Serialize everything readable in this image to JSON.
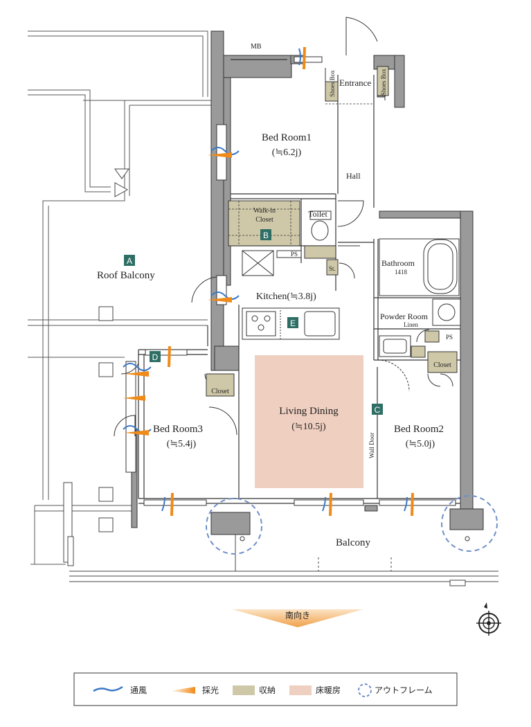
{
  "rooms": {
    "mb": "MB",
    "entrance": "Entrance",
    "shoes_box": "Shoes Box",
    "bed1_name": "Bed Room1",
    "bed1_area": "(≒6.2j)",
    "hall": "Hall",
    "walkin_line1": "Walk-in",
    "walkin_line2": "Closet",
    "toilet": "Toilet",
    "ps": "PS",
    "st": "St.",
    "bathroom": "Bathroom",
    "bathroom_size": "1418",
    "kitchen": "Kitchen(≒3.8j)",
    "powder_room": "Powder Room",
    "linen": "Linen",
    "roof_balcony": "Roof Balcony",
    "closet": "Closet",
    "living_name": "Living Dining",
    "living_area": "(≒10.5j)",
    "bed3_name": "Bed Room3",
    "bed3_area": "(≒5.4j)",
    "bed2_name": "Bed Room2",
    "bed2_area": "(≒5.0j)",
    "wall_door": "Wall Door",
    "balcony": "Balcony"
  },
  "markers": {
    "a": "A",
    "b": "B",
    "c": "C",
    "d": "D",
    "e": "E"
  },
  "orientation": "南向き",
  "legend": {
    "ventilation": "通風",
    "daylight": "採光",
    "storage": "収納",
    "floor_heating": "床暖房",
    "out_frame": "アウトフレーム"
  },
  "colors": {
    "wall": "#9a9a9a",
    "storage": "#cfc8a8",
    "floor_heating": "#efcfc0",
    "marker": "#2e6e64",
    "ventilation": "#3a78c8",
    "daylight": "#f08a18",
    "outframe": "#6f8fc8"
  }
}
